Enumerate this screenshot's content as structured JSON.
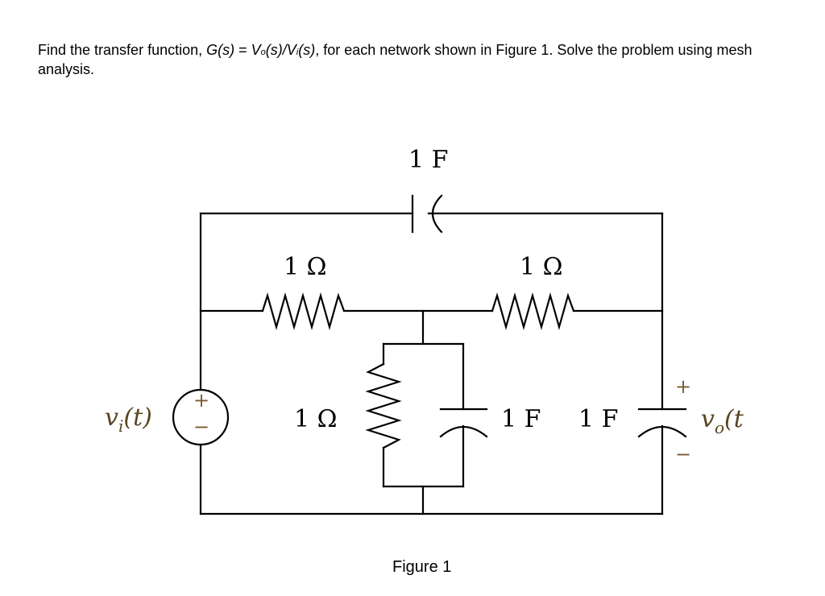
{
  "problem": {
    "part1": "Find the transfer function, ",
    "g_func": "G(s)",
    "eq": " = ",
    "v_letter": "V",
    "o_sub": "o",
    "s_mid": "(s)/",
    "i_sub": "i",
    "s_end": "(s)",
    "part2": ", for each network shown in Figure 1. Solve the problem using mesh analysis."
  },
  "circuit": {
    "cap_top_label": "1 F",
    "res_left_label": "1 Ω",
    "res_right_label": "1 Ω",
    "res_mid_label": "1 Ω",
    "cap_mid_label": "1 F",
    "cap_out_label": "1 F",
    "source_plus": "+",
    "source_minus": "−",
    "out_plus": "+",
    "out_minus": "−",
    "vin_v": "v",
    "vin_sub": "i",
    "vin_arg": "(t)",
    "vout_v": "v",
    "vout_sub": "o",
    "vout_arg": "(t"
  },
  "caption": "Figure 1"
}
